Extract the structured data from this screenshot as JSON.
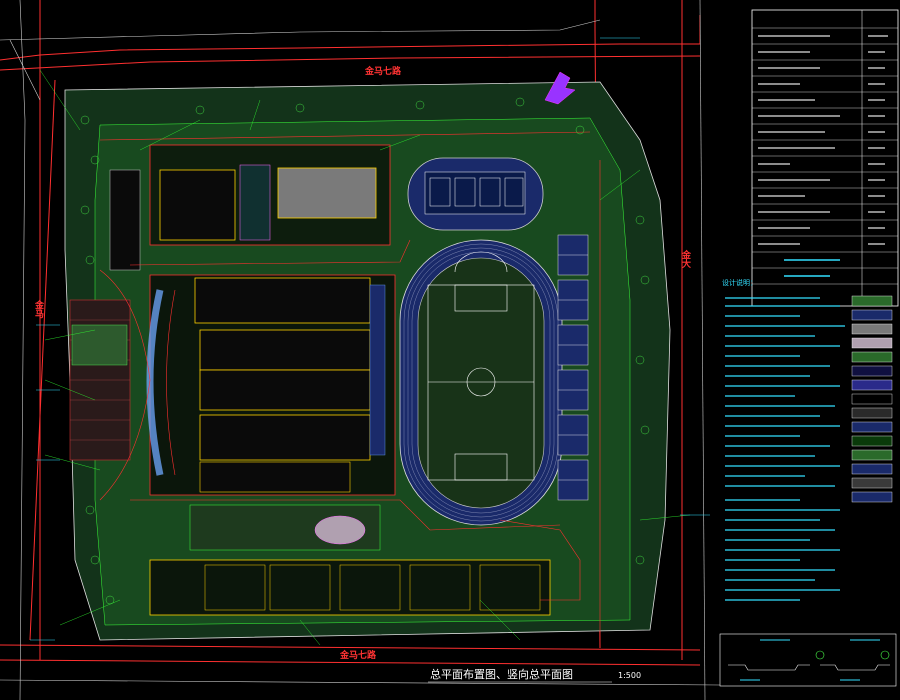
{
  "drawing": {
    "title": "总平面布置图、竖向总平面图",
    "scale": "1:500",
    "road_north_label": "金马七路",
    "road_south_label": "金马七路",
    "road_east_label": "金大",
    "road_west_label": "金马",
    "notes_heading": "设计说明：",
    "colors": {
      "background": "#000000",
      "road_line": "#ff3030",
      "boundary": "#ffffff",
      "landscape": "#1f5c1f",
      "track": "#1a2a6a",
      "building_outline": "#ffd200",
      "annotation": "#33e0ff",
      "leader": "#30ff30",
      "accent": "#ff33ff"
    }
  },
  "legend_icons": [
    "north-arrow-icon",
    "tree-symbol-icon",
    "grid-table-icon"
  ]
}
